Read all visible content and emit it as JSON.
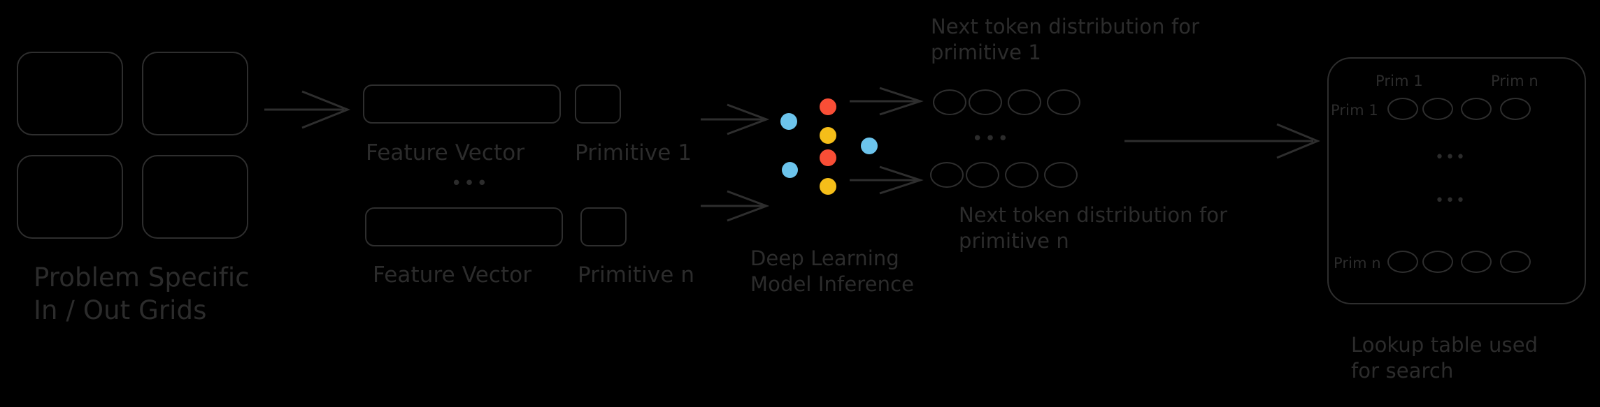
{
  "diagram": {
    "title": "ARC primitive-prediction inference pipeline",
    "background_color": "#000000",
    "stroke_color": "#2e2e2e",
    "text_color": "#2c2c2c"
  },
  "stage_left": {
    "caption": "Problem Specific\nIn / Out Grids",
    "grid_count": 4
  },
  "stage_features": {
    "row1": {
      "feature_vector_label": "Feature Vector",
      "primitive_label": "Primitive 1"
    },
    "row2": {
      "feature_vector_label": "Feature Vector",
      "primitive_label": "Primitive n"
    },
    "ellipsis": "•••"
  },
  "stage_model": {
    "caption": "Deep Learning\nModel Inference",
    "node_colors": {
      "blue": "#6cc4ec",
      "red": "#f94e36",
      "yellow": "#f5be19"
    },
    "layers": [
      {
        "name": "input-layer",
        "color_key": "blue",
        "count": 2
      },
      {
        "name": "hidden-layer",
        "color_key": "mixed",
        "count": 4
      },
      {
        "name": "output-layer",
        "color_key": "blue",
        "count": 1
      }
    ]
  },
  "stage_tokens": {
    "top_caption": "Next token distribution for\nprimitive 1",
    "bottom_caption": "Next token distribution for\nprimitive n",
    "tokens_per_row": 4,
    "ellipsis": "•••"
  },
  "stage_lookup": {
    "caption": "Lookup table used\nfor search",
    "col_headers": [
      "Prim 1",
      "Prim n"
    ],
    "row_headers": [
      "Prim 1",
      "Prim n"
    ],
    "cells_per_row": 4,
    "ellipsis": "•••"
  }
}
